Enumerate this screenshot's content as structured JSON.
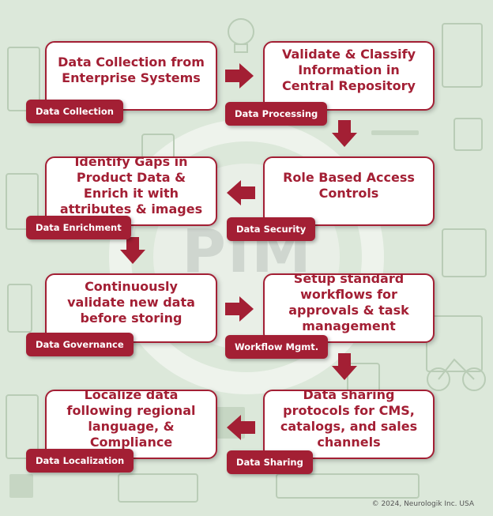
{
  "watermark": "PIM",
  "steps": [
    {
      "text": "Data Collection from Enterprise Systems",
      "tag": "Data Collection"
    },
    {
      "text": "Validate & Classify Information in Central Repository",
      "tag": "Data Processing"
    },
    {
      "text": "Role Based Access Controls",
      "tag": "Data Security"
    },
    {
      "text": "Identify Gaps in Product Data & Enrich it with attributes & images",
      "tag": "Data Enrichment"
    },
    {
      "text": "Continuously validate new data before storing",
      "tag": "Data Governance"
    },
    {
      "text": "Setup standard workflows for approvals & task management",
      "tag": "Workflow Mgmt."
    },
    {
      "text": "Data sharing protocols for CMS, catalogs, and sales channels",
      "tag": "Data Sharing"
    },
    {
      "text": "Localize data following regional language, & Compliance",
      "tag": "Data Localization"
    }
  ],
  "copyright": "© 2024, Neurologik Inc. USA",
  "colors": {
    "accent": "#a31f34",
    "background": "#dce8da",
    "card": "#ffffff"
  }
}
